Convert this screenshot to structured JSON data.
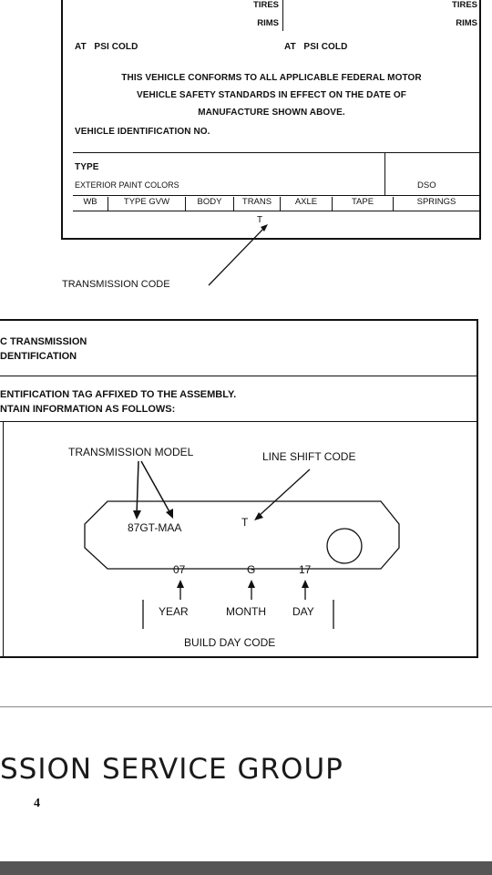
{
  "certification_label": {
    "tires_left": "TIRES",
    "rims_left": "RIMS",
    "tires_right": "TIRES",
    "rims_right": "RIMS",
    "psi_left": "AT   PSI COLD",
    "psi_right": "AT   PSI COLD",
    "conformance_line1": "THIS VEHICLE CONFORMS TO ALL APPLICABLE FEDERAL MOTOR",
    "conformance_line2": "VEHICLE SAFETY STANDARDS IN EFFECT ON THE DATE OF",
    "conformance_line3": "MANUFACTURE SHOWN ABOVE.",
    "vin_label": "VEHICLE IDENTIFICATION NO.",
    "type_label": "TYPE",
    "paint_label": "EXTERIOR PAINT COLORS",
    "dso_label": "DSO",
    "columns": [
      "WB",
      "TYPE GVW",
      "BODY",
      "TRANS",
      "AXLE",
      "TAPE",
      "SPRINGS"
    ],
    "trans_value": "T",
    "callout": "TRANSMISSION CODE"
  },
  "id_box": {
    "header_line1": "C TRANSMISSION",
    "header_line2": "DENTIFICATION",
    "desc_line1": "ENTIFICATION TAG AFFIXED TO THE ASSEMBLY.",
    "desc_line2": "NTAIN INFORMATION AS FOLLOWS:",
    "model_label": "TRANSMISSION MODEL",
    "line_shift_label": "LINE SHIFT CODE",
    "model_value": "87GT-MAA",
    "line_shift_value": "T",
    "year_value": "07",
    "month_value": "G",
    "day_value": "17",
    "year_label": "YEAR",
    "month_label": "MONTH",
    "day_label": "DAY",
    "build_day_label": "BUILD DAY CODE"
  },
  "footer": {
    "title": "SSION SERVICE GROUP",
    "page": "4"
  }
}
